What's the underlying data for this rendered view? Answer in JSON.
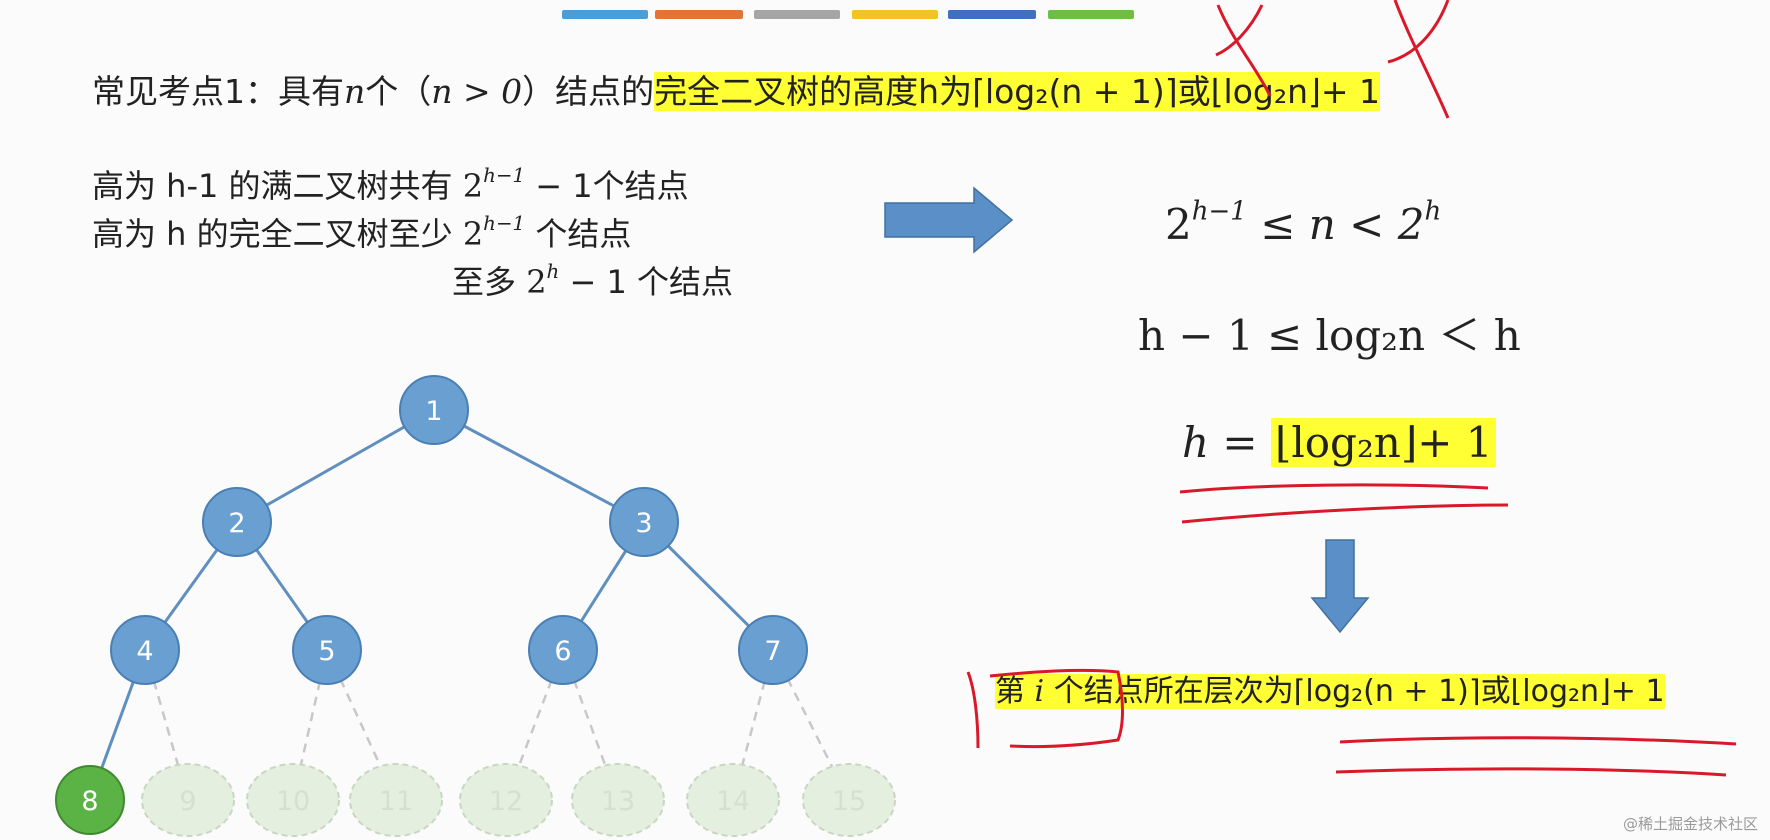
{
  "colors": {
    "bar1": "#4a9ed8",
    "bar2": "#e4733a",
    "bar3": "#a5a5a5",
    "bar4": "#f4c225",
    "bar5": "#3e6fc1",
    "bar6": "#6bbf47",
    "highlight": "#ffff33",
    "node_blue": "#6a9fd2",
    "node_green": "#5bb346",
    "node_faded": "#e5efdf",
    "edge": "#5f8fbf",
    "ink_red": "#d9192a",
    "arrow_blue": "#5b8fc7"
  },
  "headline": {
    "prefix": "常见考点1：具有",
    "var_n": "n",
    "mid1": "个（",
    "cond": "n > 0",
    "mid2": "）结点的",
    "hl_text": "完全二叉树的高度h为",
    "formula_a": "⌈log₂(n + 1)⌉",
    "or": "或",
    "formula_b": "⌊log₂n⌋",
    "tail": "+ 1"
  },
  "facts": {
    "line1_text": "高为 h-1 的满二叉树共有 ",
    "line1_base": "2",
    "line1_exp": "h−1",
    "line1_tail": " − 1个结点",
    "line2_text": "高为 h 的完全二叉树至少 ",
    "line2_base": "2",
    "line2_exp": "h−1",
    "line2_tail": " 个结点",
    "line3_text": "至多 ",
    "line3_base": "2",
    "line3_exp": "h",
    "line3_tail": " − 1 个结点"
  },
  "derivation": {
    "eq1_left": "2",
    "eq1_left_exp": "h−1",
    "eq1_mid": " ≤ n < 2",
    "eq1_right_exp": "h",
    "eq2": "h − 1 ≤ log₂n ＜ h",
    "eq3_lhs": "h = ",
    "eq3_rhs": "⌊log₂n⌋+ 1"
  },
  "conclusion": {
    "prefix": "第 ",
    "var_i": "i",
    "text": " 个结点所在层次为",
    "formula_a": "⌈log₂(n + 1)⌉",
    "or": "或",
    "formula_b": "⌊log₂n⌋",
    "tail": "+ 1"
  },
  "tree": {
    "nodes": [
      {
        "label": "1",
        "state": "normal"
      },
      {
        "label": "2",
        "state": "normal"
      },
      {
        "label": "3",
        "state": "normal"
      },
      {
        "label": "4",
        "state": "normal"
      },
      {
        "label": "5",
        "state": "normal"
      },
      {
        "label": "6",
        "state": "normal"
      },
      {
        "label": "7",
        "state": "normal"
      },
      {
        "label": "8",
        "state": "highlight"
      },
      {
        "label": "9",
        "state": "faded"
      },
      {
        "label": "10",
        "state": "faded"
      },
      {
        "label": "11",
        "state": "faded"
      },
      {
        "label": "12",
        "state": "faded"
      },
      {
        "label": "13",
        "state": "faded"
      },
      {
        "label": "14",
        "state": "faded"
      },
      {
        "label": "15",
        "state": "faded"
      }
    ]
  },
  "watermark": "@稀土掘金技术社区"
}
